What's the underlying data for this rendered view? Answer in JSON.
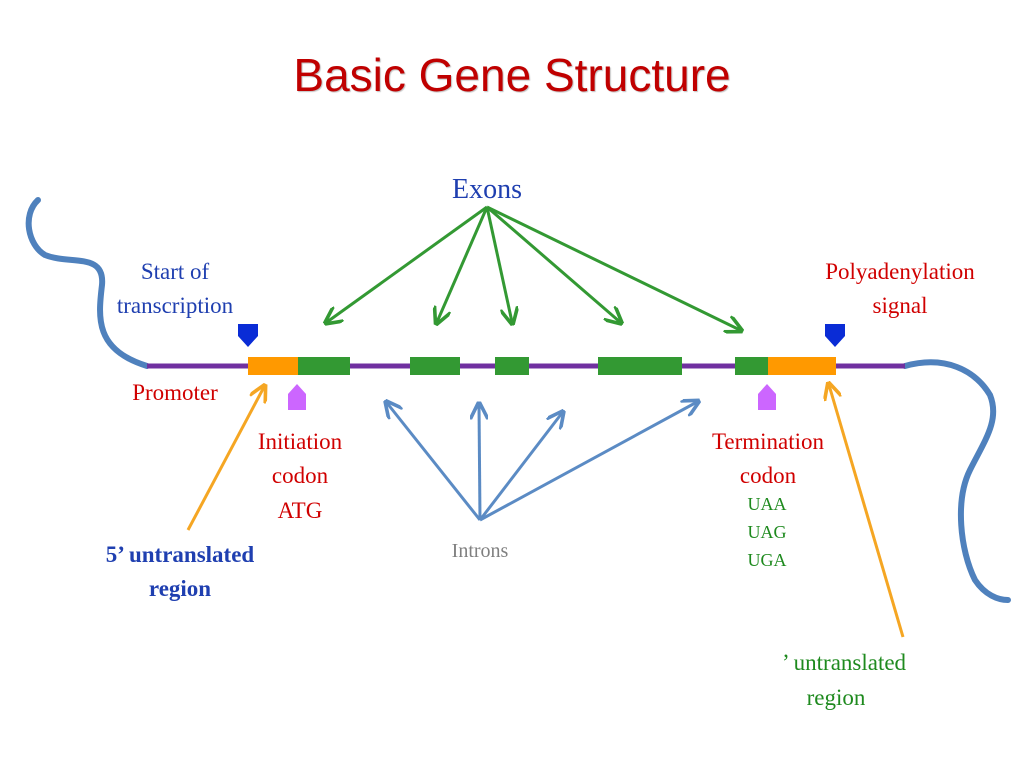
{
  "title": "Basic Gene Structure",
  "labels": {
    "exons": "Exons",
    "start_of_transcription": [
      "Start of",
      "transcription"
    ],
    "polyadenylation_signal": [
      "Polyadenylation",
      "signal"
    ],
    "promoter": "Promoter",
    "initiation_codon": [
      "Initiation",
      "codon",
      "ATG"
    ],
    "introns": "Introns",
    "termination_codon": [
      "Termination",
      "codon"
    ],
    "stop_codons": [
      "UAA",
      "UAG",
      "UGA"
    ],
    "five_prime_utr": [
      "5’ untranslated",
      "region"
    ],
    "three_prime_utr": [
      "’ untranslated",
      "region"
    ]
  },
  "colors": {
    "title": "#c00000",
    "red_label": "#d00000",
    "blue_label": "#1f3fb0",
    "green_label": "#1e8a1e",
    "exon": "#339933",
    "intron_line": "#7030a0",
    "utr": "#ff9900",
    "flanking_dna": "#4f81bd",
    "exon_arrow": "#339933",
    "intron_arrow": "#5b8bc4",
    "utr_arrow": "#f5a623",
    "marker_blue": "#0a2cd6",
    "marker_violet": "#cc66ff"
  }
}
